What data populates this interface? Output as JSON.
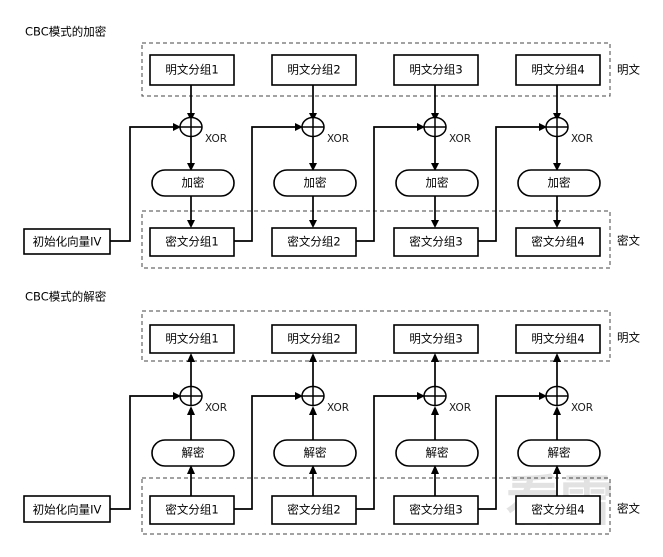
{
  "figure": {
    "watermark": "看雪"
  },
  "sections": [
    {
      "id": "encryption",
      "title": "CBC模式的加密",
      "plaintext_label": "明文",
      "ciphertext_label": "密文",
      "iv_label": "初始化向量IV",
      "operation_label": "加密",
      "xor_label": "XOR",
      "plaintext_blocks": [
        "明文分组1",
        "明文分组2",
        "明文分组3",
        "明文分组4"
      ],
      "ciphertext_blocks": [
        "密文分组1",
        "密文分组2",
        "密文分组3",
        "密文分组4"
      ]
    },
    {
      "id": "decryption",
      "title": "CBC模式的解密",
      "plaintext_label": "明文",
      "ciphertext_label": "密文",
      "iv_label": "初始化向量IV",
      "operation_label": "解密",
      "xor_label": "XOR",
      "plaintext_blocks": [
        "明文分组1",
        "明文分组2",
        "明文分组3",
        "明文分组4"
      ],
      "ciphertext_blocks": [
        "密文分组1",
        "密文分组2",
        "密文分组3",
        "密文分组4"
      ]
    }
  ]
}
